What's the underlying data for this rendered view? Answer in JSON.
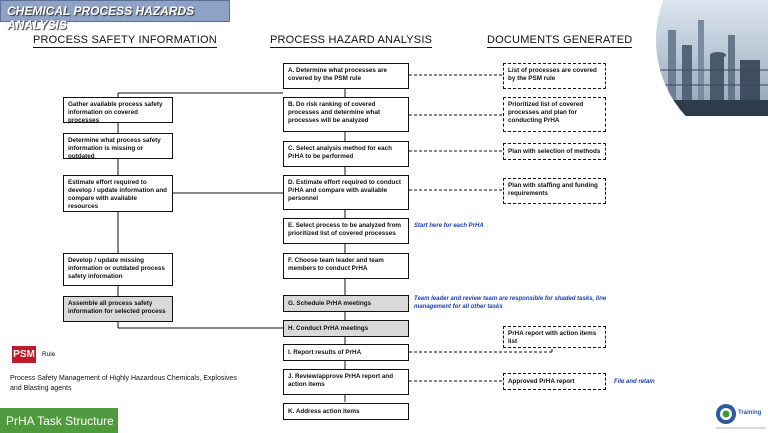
{
  "title": "CHEMICAL PROCESS HAZARDS ANALYSIS",
  "columns": {
    "psi": "PROCESS SAFETY INFORMATION",
    "pha": "PROCESS HAZARD ANALYSIS",
    "docs": "DOCUMENTS GENERATED"
  },
  "psi_boxes": [
    "Gather available process safety information on covered processes",
    "Determine what process safety information is missing or outdated",
    "Estimate effort required to develop / update information and compare with available resources",
    "Develop / update missing information or outdated process safety information",
    "Assemble all process safety information for selected process"
  ],
  "pha_boxes": [
    "A. Determine what processes are covered by the PSM rule",
    "B. Do risk ranking of covered processes and determine what processes will be analyzed",
    "C. Select analysis method for each PrHA to be performed",
    "D. Estimate effort required to conduct PrHA and compare with available personnel",
    "E. Select process to be analyzed from prioritized list of covered processes",
    "F. Choose team leader and team members to conduct PrHA",
    "G. Schedule PrHA meetings",
    "H. Conduct PrHA meetings",
    "I. Report results of PrHA",
    "J. Review/approve PrHA report and action items",
    "K. Address action items"
  ],
  "doc_boxes": [
    "List of processes are covered by the PSM rule",
    "Prioritized list of covered processes and plan for conducting PrHA",
    "Plan with selection of methods",
    "Plan with staffing and funding requirements",
    "PrHA report with action items list",
    "Approved PrHA report"
  ],
  "notes": {
    "start": "Start here for each PrHA",
    "team": "Team leader and review team are responsible for shaded tasks, line management for all other tasks",
    "file": "File and retain"
  },
  "legend": {
    "badge": "PSM",
    "rule": "Rule",
    "description": "Process Safety Management of Highly Hazardous Chemicals, Explosives and Blasting agents"
  },
  "footer": "PrHA Task Structure",
  "logo_text": "Training",
  "colors": {
    "banner": "#8ea2c6",
    "psm_red": "#c0192a",
    "footer_green": "#4f9a3c",
    "note_blue": "#1f3fae",
    "shade": "#d9d9d9"
  }
}
